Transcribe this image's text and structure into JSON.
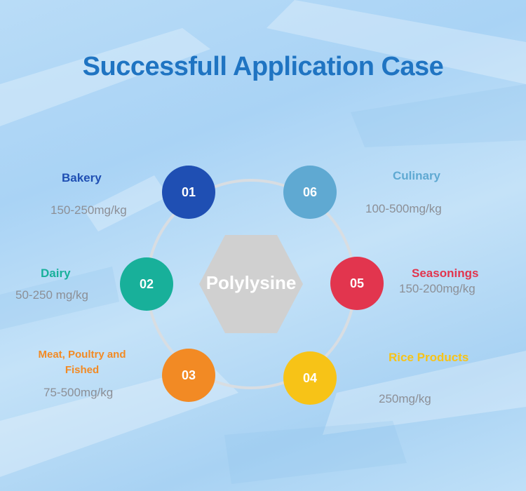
{
  "title": "Successfull Application Case",
  "center_label": "Polylysine",
  "items": [
    {
      "num": "01",
      "category": "Bakery",
      "dose": "150-250mg/kg",
      "color": "#1f4fb3"
    },
    {
      "num": "02",
      "category": "Dairy",
      "dose": "50-250 mg/kg",
      "color": "#18b09a"
    },
    {
      "num": "03",
      "category_line1": "Meat, Poultry and",
      "category_line2": "Fished",
      "dose": "75-500mg/kg",
      "color": "#f28a24"
    },
    {
      "num": "04",
      "category": "Rice Products",
      "dose": "250mg/kg",
      "color": "#f7c317"
    },
    {
      "num": "05",
      "category": "Seasonings",
      "dose": "150-200mg/kg",
      "color": "#e2354e"
    },
    {
      "num": "06",
      "category": "Culinary",
      "dose": "100-500mg/kg",
      "color": "#5fa9d2"
    }
  ],
  "colors": {
    "title": "#1f74c2",
    "hexagon": "#d0d0d0",
    "ring": "#d8dde2",
    "dose_text": "#8c8f96"
  }
}
